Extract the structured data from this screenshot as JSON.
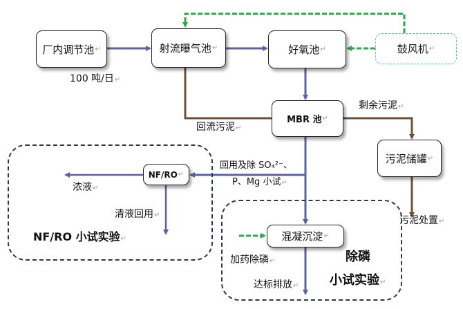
{
  "nodes": {
    "regulating_tank": "厂内调节池",
    "jet_aeration_tank": "射流曝气池",
    "aerobic_tank": "好氧池",
    "blower": "鼓风机",
    "mbr_tank": "MBR 池",
    "sludge_storage_tank": "污泥储罐",
    "nf_ro_unit": "NF/RO",
    "coagulation_sedimentation": "混凝沉淀"
  },
  "labels": {
    "flow_rate": "100 吨/日",
    "return_sludge": "回流污泥",
    "excess_sludge": "剩余污泥",
    "reuse_removal_line1": "回用及除 SO₄²⁻、",
    "reuse_removal_line2": "P、Mg 小试",
    "concentrate": "浓液",
    "clear_liquid_reuse": "清液回用",
    "nf_ro_pilot_test": "NF/RO 小试实验",
    "sludge_disposal": "污泥处置",
    "dosing_phosphorus_removal": "加药除磷",
    "discharge_to_standard": "达标排放",
    "phosphorus_removal_line1": "除磷",
    "phosphorus_removal_line2": "小试实验"
  },
  "colors": {
    "water_flow": "#5a63a0",
    "sludge_flow": "#6e5038",
    "air_flow": "#2fa84a",
    "group_border": "#2e3650",
    "blower_border": "#6fb5b8"
  }
}
